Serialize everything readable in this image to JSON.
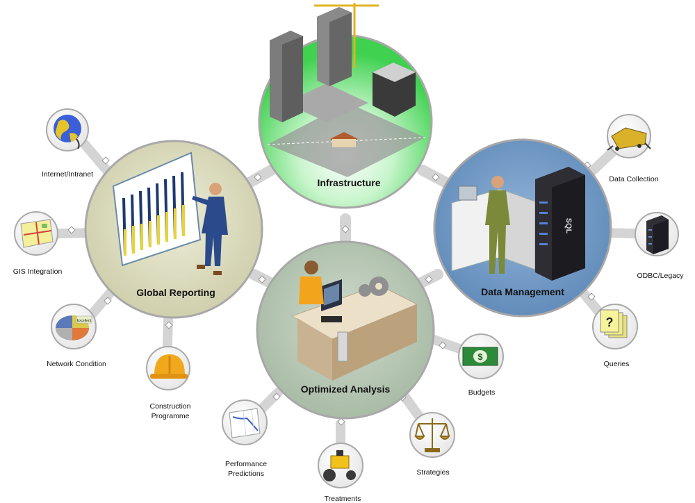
{
  "hubs": {
    "infrastructure": "Infrastructure",
    "global_reporting": "Global Reporting",
    "data_management": "Data Management",
    "optimized_analysis": "Optimized Analysis"
  },
  "satellites": {
    "internet": "Internet/Intranet",
    "gis": "GIS Integration",
    "network": "Network Condition",
    "construction_1": "Construction",
    "construction_2": "Programme",
    "performance_1": "Performance",
    "performance_2": "Predictions",
    "treatments": "Treatments",
    "strategies": "Strategies",
    "budgets": "Budgets",
    "queries": "Queries",
    "odbc": "ODBC/Legacy",
    "data_collection": "Data Collection"
  },
  "icon_text": {
    "server": "SQL",
    "pie": "Excellent",
    "money": "$",
    "query": "?"
  },
  "colors": {
    "reporting_fill": "#dcdcbf",
    "data_fill": "#6c95c2",
    "analysis_fill": "#b9c8b6",
    "infra_green": "#3fd14f",
    "ring": "#a8a8a8",
    "connector": "#cfcfcf"
  }
}
